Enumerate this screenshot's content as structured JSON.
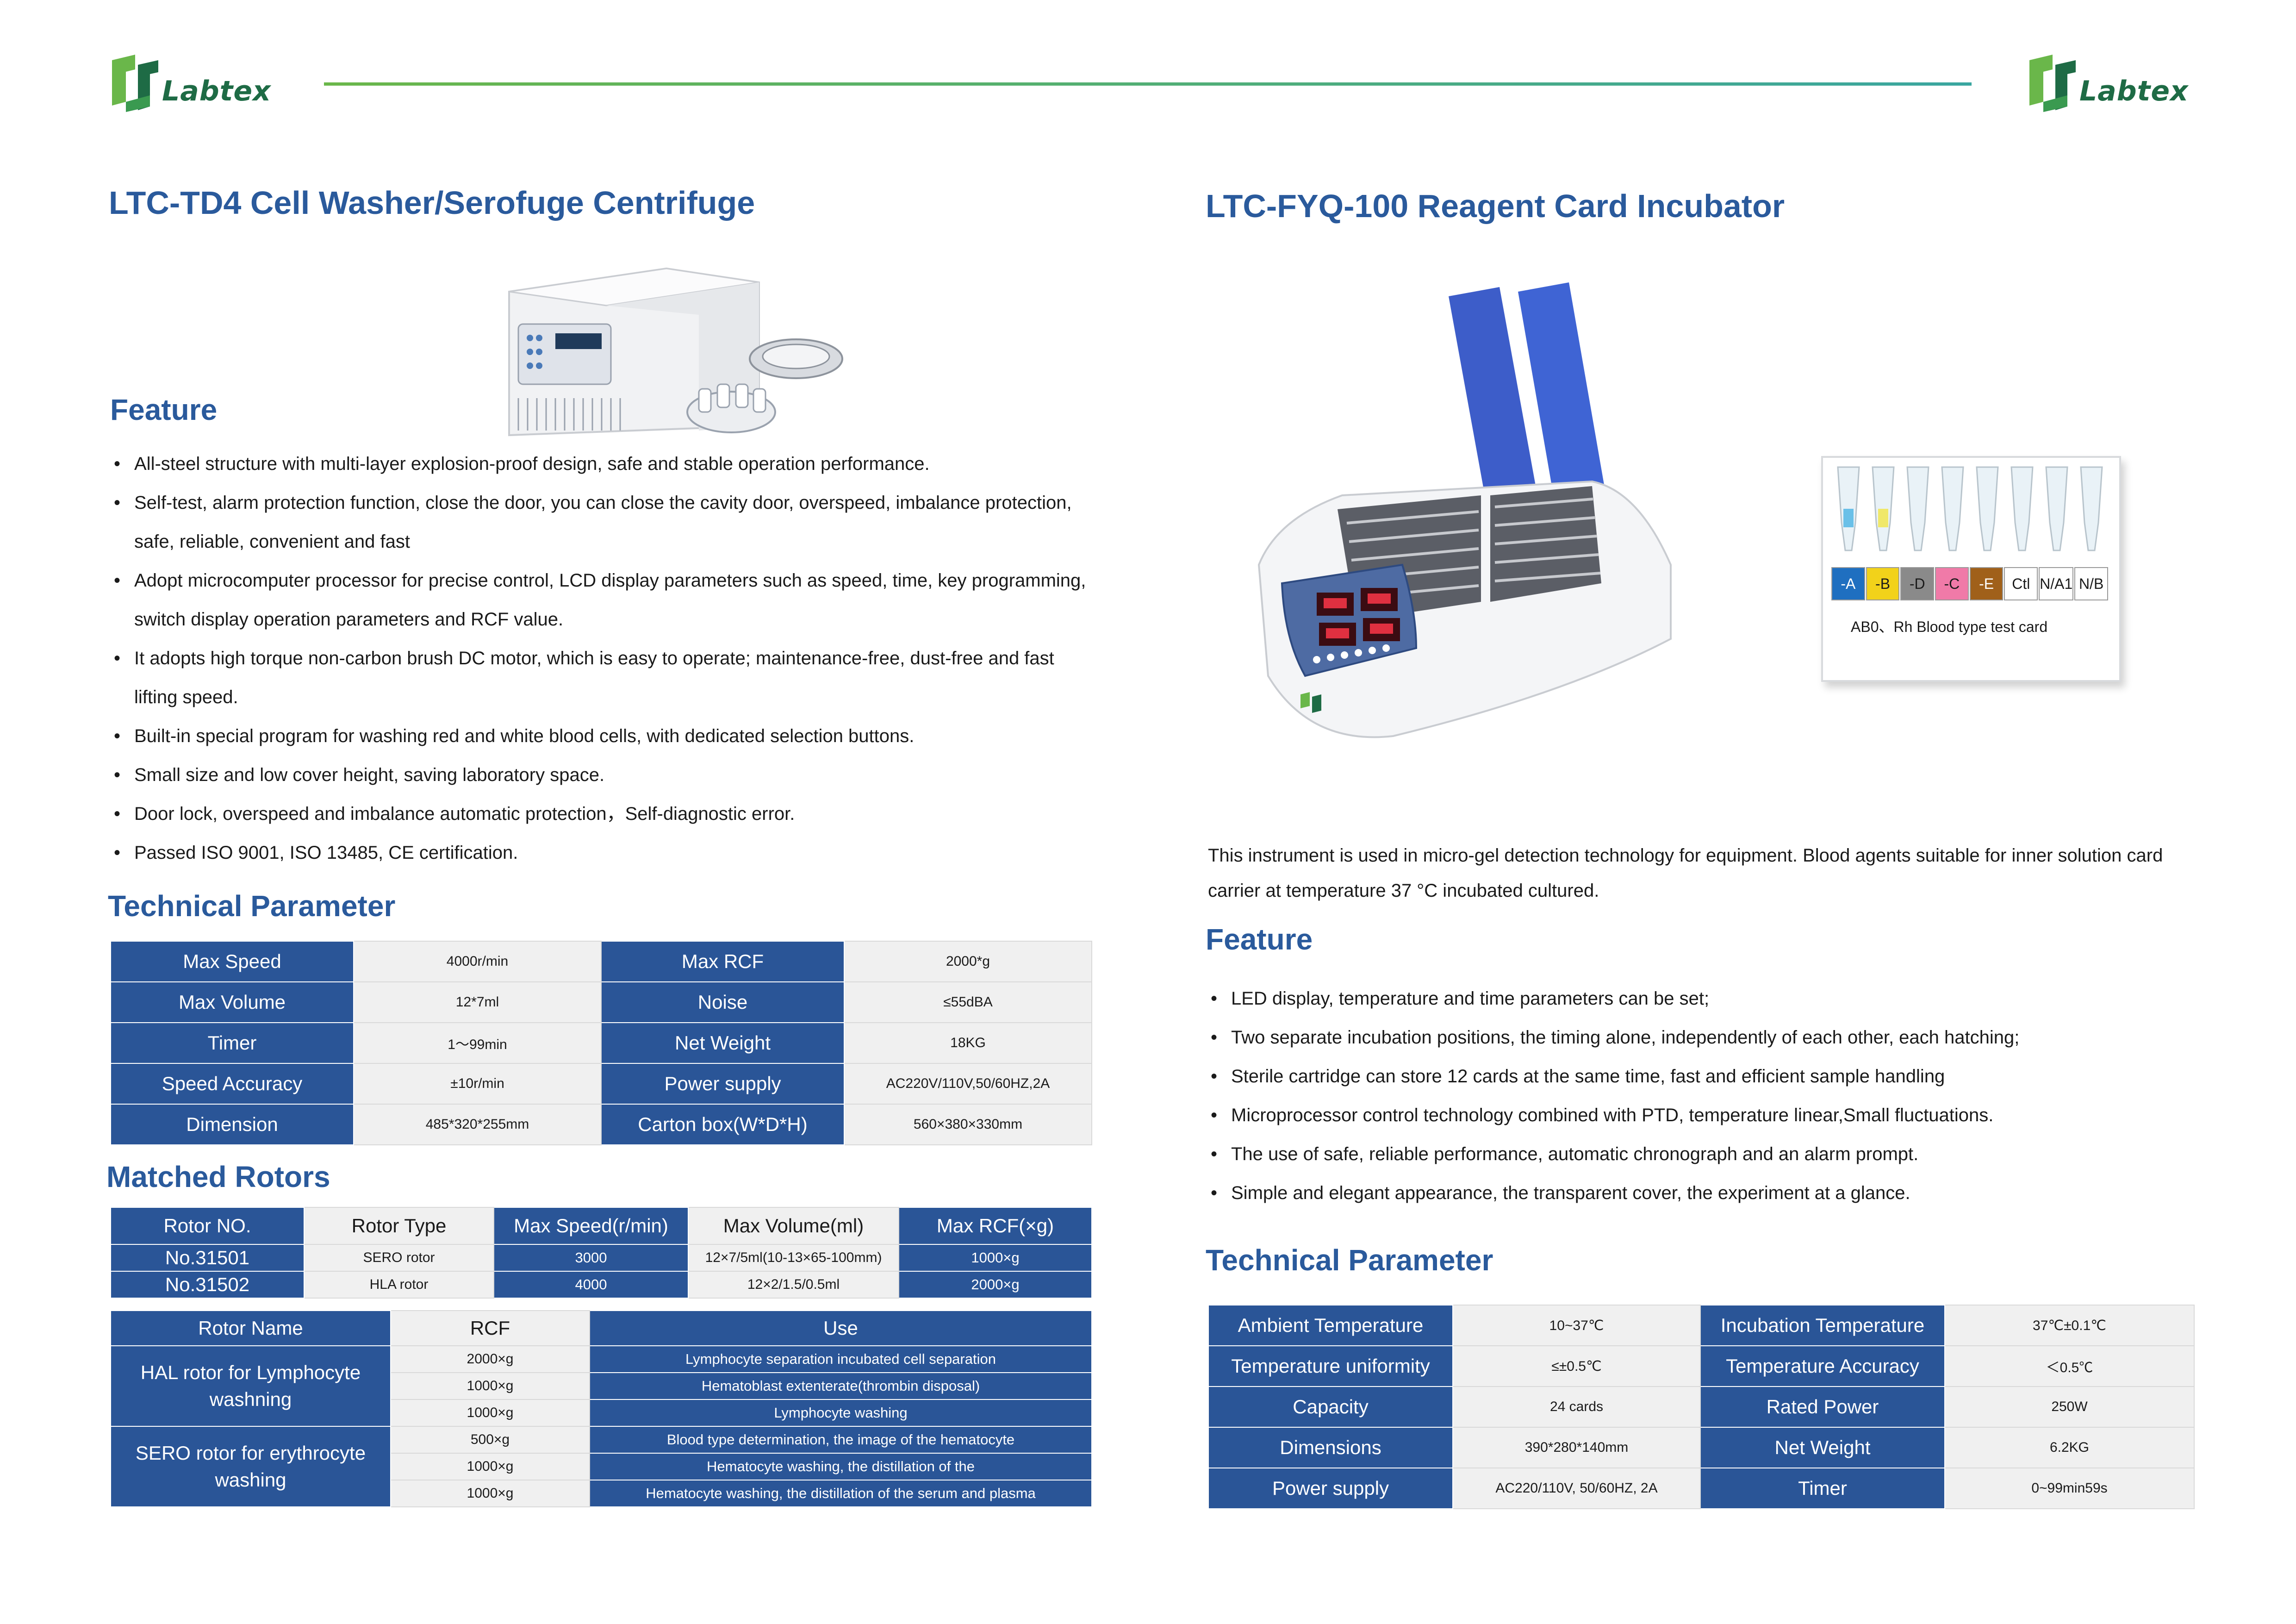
{
  "brand": {
    "name": "Labtex",
    "color_green": "#6ab74a",
    "color_dark": "#1e6b45",
    "color_blue": "#2a5597"
  },
  "left": {
    "title": "LTC-TD4 Cell Washer/Serofuge Centrifuge",
    "feature_heading": "Feature",
    "features": [
      "All-steel structure with multi-layer explosion-proof design, safe and stable operation performance.",
      "Self-test, alarm protection function, close the door, you can close the cavity door, overspeed, imbalance protection, safe, reliable, convenient and fast",
      "Adopt microcomputer processor for precise control, LCD display parameters such as speed, time, key programming, switch display operation parameters and RCF value.",
      "It adopts high torque non-carbon brush DC motor, which is easy to operate; maintenance-free, dust-free and fast lifting speed.",
      "Built-in special program for washing red and white blood cells, with dedicated selection buttons.",
      "Small size and low cover height, saving laboratory space.",
      "Door lock, overspeed and imbalance automatic protection，Self-diagnostic error.",
      "Passed ISO 9001, ISO 13485, CE certification."
    ],
    "tech_heading": "Technical Parameter",
    "tech_rows": [
      {
        "k1": "Max Speed",
        "v1": "4000r/min",
        "k2": "Max RCF",
        "v2": "2000*g"
      },
      {
        "k1": "Max Volume",
        "v1": "12*7ml",
        "k2": "Noise",
        "v2": "≤55dBA"
      },
      {
        "k1": "Timer",
        "v1": "1〜99min",
        "k2": "Net Weight",
        "v2": "18KG"
      },
      {
        "k1": "Speed Accuracy",
        "v1": "±10r/min",
        "k2": "Power supply",
        "v2": "AC220V/110V,50/60HZ,2A"
      },
      {
        "k1": "Dimension",
        "v1": "485*320*255mm",
        "k2": "Carton box(W*D*H)",
        "v2": "560×380×330mm"
      }
    ],
    "rotors_heading": "Matched Rotors",
    "rotor_headers": [
      "Rotor NO.",
      "Rotor Type",
      "Max Speed(r/min)",
      "Max Volume(ml)",
      "Max RCF(×g)"
    ],
    "rotor_rows": [
      [
        "No.31501",
        "SERO rotor",
        "3000",
        "12×7/5ml(10-13×65-100mm)",
        "1000×g"
      ],
      [
        "No.31502",
        "HLA rotor",
        "4000",
        "12×2/1.5/0.5ml",
        "2000×g"
      ]
    ],
    "use_headers": [
      "Rotor Name",
      "RCF",
      "Use"
    ],
    "use_groups": [
      {
        "name": "HAL rotor for Lymphocyte washning",
        "rows": [
          [
            "2000×g",
            "Lymphocyte separation incubated cell separation"
          ],
          [
            "1000×g",
            "Hematoblast extenterate(thrombin disposal)"
          ],
          [
            "1000×g",
            "Lymphocyte washing"
          ]
        ]
      },
      {
        "name": "SERO rotor for erythrocyte washing",
        "rows": [
          [
            "500×g",
            "Blood type determination, the image of the hematocyte"
          ],
          [
            "1000×g",
            "Hematocyte washing, the distillation of the"
          ],
          [
            "1000×g",
            "Hematocyte washing, the distillation of the serum and plasma"
          ]
        ]
      }
    ]
  },
  "right": {
    "title": "LTC-FYQ-100 Reagent Card Incubator",
    "card_labels": [
      "-A",
      "-B",
      "-D",
      "-C",
      "-E",
      "Ctl",
      "N/A1",
      "N/B"
    ],
    "card_colors": [
      "#1f6fc0",
      "#f2d21a",
      "#8a8a8a",
      "#f07aa8",
      "#a0601a",
      "#ffffff",
      "#ffffff",
      "#ffffff"
    ],
    "card_caption": "AB0、Rh Blood type test card",
    "intro": "This instrument is used in micro-gel detection technology for equipment. Blood agents suitable for inner solution card carrier at temperature 37 °C incubated cultured.",
    "feature_heading": "Feature",
    "features": [
      "LED display, temperature and time parameters can be set;",
      "Two separate incubation positions, the timing alone, independently of each other, each hatching;",
      "Sterile cartridge can store 12 cards at the same time, fast and efficient sample handling",
      "Microprocessor control technology combined with PTD, temperature linear,Small fluctuations.",
      "The use of safe, reliable performance, automatic chronograph and an alarm prompt.",
      "Simple and elegant appearance, the transparent cover, the experiment at a glance."
    ],
    "tech_heading": "Technical Parameter",
    "tech_rows": [
      {
        "k1": "Ambient Temperature",
        "v1": "10~37℃",
        "k2": "Incubation Temperature",
        "v2": "37℃±0.1℃"
      },
      {
        "k1": "Temperature uniformity",
        "v1": "≤±0.5℃",
        "k2": "Temperature Accuracy",
        "v2": "＜0.5℃"
      },
      {
        "k1": "Capacity",
        "v1": "24 cards",
        "k2": "Rated Power",
        "v2": "250W"
      },
      {
        "k1": "Dimensions",
        "v1": "390*280*140mm",
        "k2": "Net Weight",
        "v2": "6.2KG"
      },
      {
        "k1": "Power supply",
        "v1": "AC220/110V, 50/60HZ, 2A",
        "k2": "Timer",
        "v2": "0~99min59s"
      }
    ]
  }
}
